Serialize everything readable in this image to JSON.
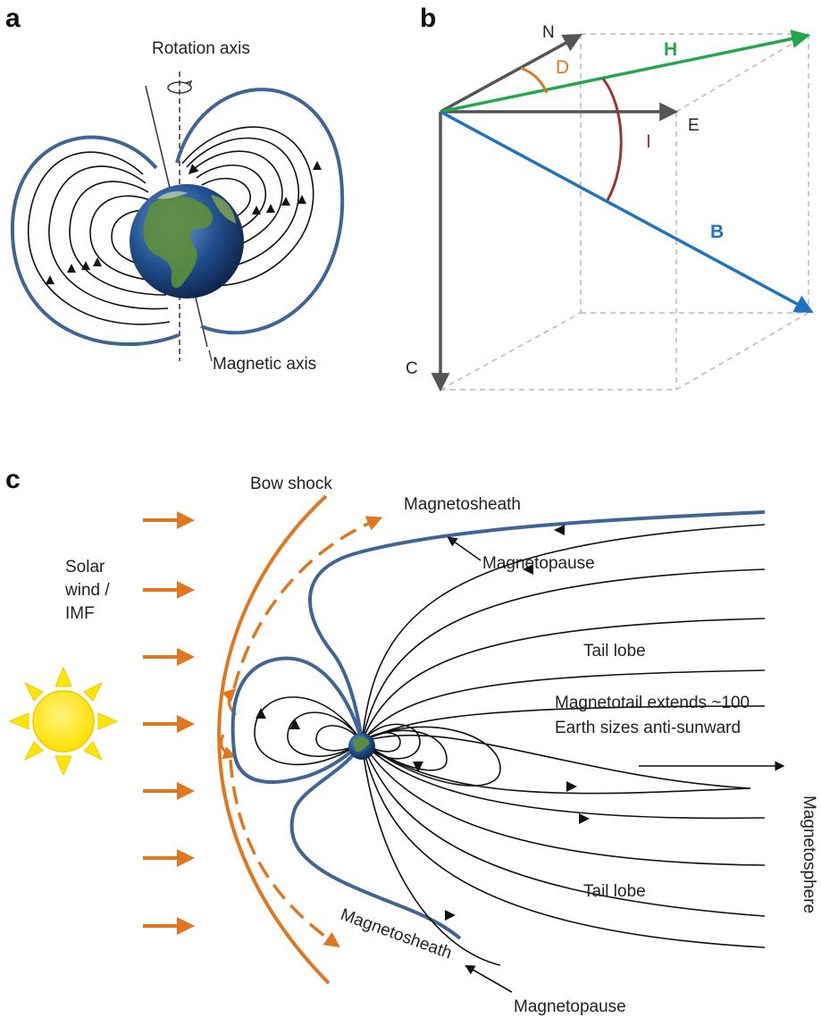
{
  "panels": {
    "a": {
      "letter": "a",
      "rotation_axis": "Rotation axis",
      "magnetic_axis": "Magnetic axis"
    },
    "b": {
      "letter": "b",
      "axes": {
        "n": "N",
        "e": "E",
        "c": "C"
      },
      "vectors": {
        "h": "H",
        "b": "B"
      },
      "angles": {
        "d": "D",
        "i": "I"
      }
    },
    "c": {
      "letter": "c",
      "bow_shock": "Bow shock",
      "magnetosheath_top": "Magnetosheath",
      "magnetopause_top": "Magnetopause",
      "solar_wind": [
        "Solar",
        "wind /",
        "IMF"
      ],
      "tail_lobe_top": "Tail lobe",
      "magnetotail": [
        "Magnetotail extends ~100",
        "Earth sizes anti-sunward"
      ],
      "tail_lobe_bottom": "Tail lobe",
      "magnetosphere": "Magnetosphere",
      "magnetosheath_bottom": "Magnetosheath",
      "magnetopause_bottom": "Magnetopause"
    }
  },
  "colors": {
    "magnetopause": "#3f6496",
    "solar_wind": "#e0771f",
    "h_vector": "#22a84a",
    "b_vector": "#1f74c0",
    "declination": "#e0771f",
    "inclination": "#9b3434",
    "axis_arrow": "#555555",
    "sun": "#ffe600"
  },
  "icons": [
    "earth-globe-icon",
    "sun-icon"
  ]
}
